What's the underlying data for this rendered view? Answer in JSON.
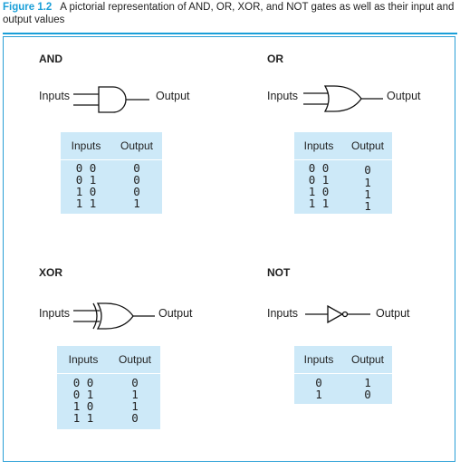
{
  "caption": {
    "label": "Figure 1.2",
    "text": "A pictorial representation of AND, OR, XOR, and NOT gates as well as their input and output values"
  },
  "gates": {
    "and": {
      "title": "AND",
      "input_label": "Inputs",
      "output_label": "Output",
      "headers": [
        "Inputs",
        "Output"
      ],
      "rows": [
        [
          "0 0",
          "0"
        ],
        [
          "0 1",
          "0"
        ],
        [
          "1 0",
          "0"
        ],
        [
          "1 1",
          "1"
        ]
      ]
    },
    "or": {
      "title": "OR",
      "input_label": "Inputs",
      "output_label": "Output",
      "headers": [
        "Inputs",
        "Output"
      ],
      "rows": [
        [
          "0 0",
          "0"
        ],
        [
          "0 1",
          "1"
        ],
        [
          "1 0",
          "1"
        ],
        [
          "1 1",
          "1"
        ]
      ]
    },
    "xor": {
      "title": "XOR",
      "input_label": "Inputs",
      "output_label": "Output",
      "headers": [
        "Inputs",
        "Output"
      ],
      "rows": [
        [
          "0 0",
          "0"
        ],
        [
          "0 1",
          "1"
        ],
        [
          "1 0",
          "1"
        ],
        [
          "1 1",
          "0"
        ]
      ]
    },
    "not": {
      "title": "NOT",
      "input_label": "Inputs",
      "output_label": "Output",
      "headers": [
        "Inputs",
        "Output"
      ],
      "rows": [
        [
          "0",
          "1"
        ],
        [
          "1",
          "0"
        ]
      ]
    }
  }
}
